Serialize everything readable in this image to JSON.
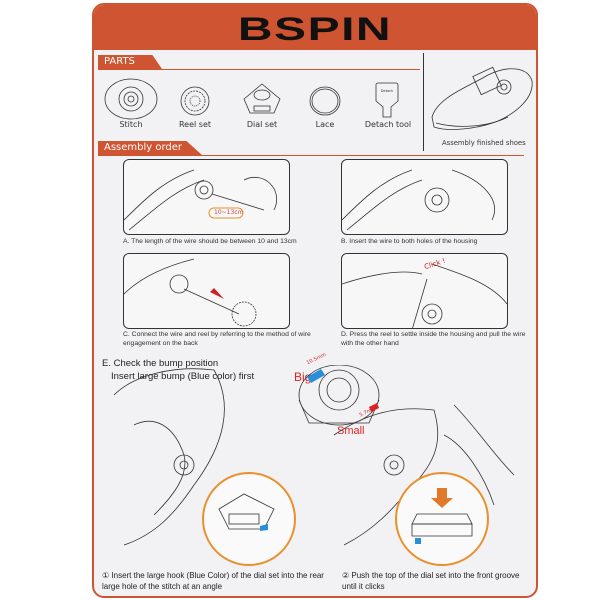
{
  "brand": "BSPIN",
  "parts": {
    "title": "PARTS",
    "items": [
      "Stitch",
      "Reel set",
      "Dial set",
      "Lace",
      "Detach tool"
    ],
    "tool_text": "Detach",
    "shoe_caption": "Assembly finished shoes"
  },
  "assembly": {
    "title": "Assembly order",
    "steps": [
      {
        "caption": "A. The length of the wire should be between 10 and 13cm",
        "label": "10~13cm"
      },
      {
        "caption": "B. Insert the wire to both holes of the housing"
      },
      {
        "caption": "C. Connect the wire and reel by referring to the method of wire engagement on the back"
      },
      {
        "caption": "D. Press the reel to settle inside the housing and pull the wire with the other hand",
        "label": "Click !"
      }
    ]
  },
  "bump": {
    "title": "E. Check the bump position",
    "subtitle": "Insert large bump (Blue color) first",
    "big": "Big",
    "small": "Small",
    "big_size": "10.5mm",
    "small_size": "5.7mm"
  },
  "final_steps": [
    {
      "caption": "① Insert the large hook (Blue Color) of the dial set into the rear large hole of the stitch at an angle"
    },
    {
      "caption": "② Push the top of the dial set into the front groove until it clicks"
    }
  ],
  "colors": {
    "accent": "#cf5431",
    "blue": "#2a8fd6",
    "orange": "#e9902d"
  }
}
